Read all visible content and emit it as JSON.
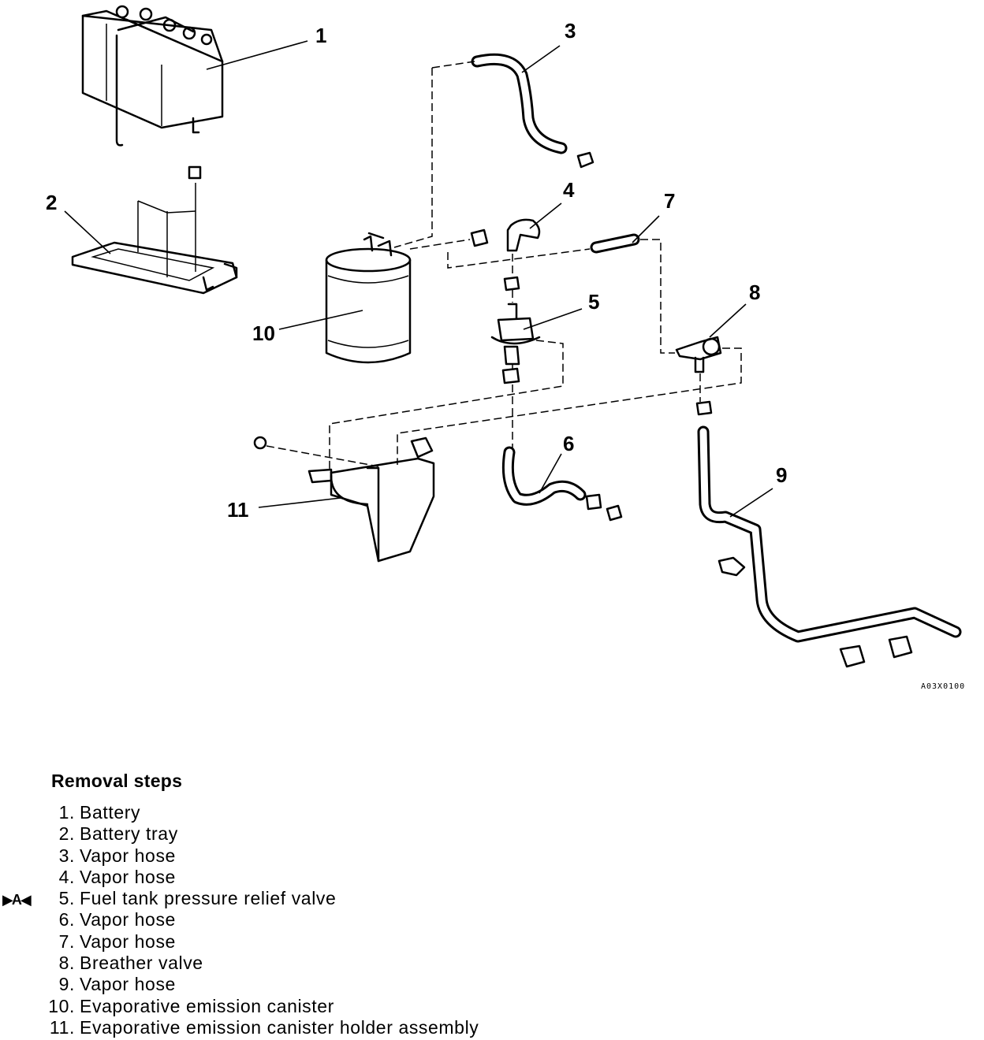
{
  "figure": {
    "callouts": [
      "1",
      "2",
      "3",
      "4",
      "5",
      "6",
      "7",
      "8",
      "9",
      "10",
      "11"
    ],
    "drawing_code": "A03X0100"
  },
  "removal": {
    "title": "Removal steps",
    "steps": [
      {
        "num": "1.",
        "text": "Battery",
        "mark": ""
      },
      {
        "num": "2.",
        "text": "Battery tray",
        "mark": ""
      },
      {
        "num": "3.",
        "text": "Vapor hose",
        "mark": ""
      },
      {
        "num": "4.",
        "text": "Vapor hose",
        "mark": ""
      },
      {
        "num": "5.",
        "text": "Fuel tank pressure relief valve",
        "mark": "▶A◀"
      },
      {
        "num": "6.",
        "text": "Vapor hose",
        "mark": ""
      },
      {
        "num": "7.",
        "text": "Vapor hose",
        "mark": ""
      },
      {
        "num": "8.",
        "text": "Breather valve",
        "mark": ""
      },
      {
        "num": "9.",
        "text": "Vapor hose",
        "mark": ""
      },
      {
        "num": "10.",
        "text": "Evaporative emission canister",
        "mark": ""
      },
      {
        "num": "11.",
        "text": "Evaporative emission canister holder assembly",
        "mark": ""
      }
    ]
  }
}
